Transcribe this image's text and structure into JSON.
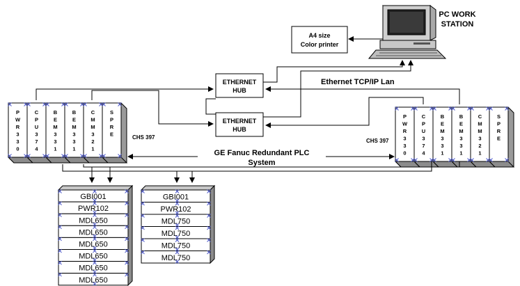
{
  "labels": {
    "pc_workstation": [
      "PC WORK",
      "STATION"
    ],
    "printer": [
      "A4  size",
      "Color printer"
    ],
    "hub1": [
      "ETHERNET",
      "HUB"
    ],
    "hub2": [
      "ETHERNET",
      "HUB"
    ],
    "lan": "Ethernet TCP/IP Lan",
    "system": [
      "GE Fanuc Redundant PLC",
      "System"
    ],
    "chassis_left": "CHS 397",
    "chassis_right": "CHS 397"
  },
  "rack_modules": [
    {
      "chars": [
        "P",
        "W",
        "R",
        "3",
        "3",
        "0"
      ]
    },
    {
      "chars": [
        "C",
        "P",
        "U",
        "3",
        "7",
        "4"
      ]
    },
    {
      "chars": [
        "B",
        "E",
        "M",
        "3",
        "3",
        "1"
      ]
    },
    {
      "chars": [
        "B",
        "E",
        "M",
        "3",
        "3",
        "1"
      ]
    },
    {
      "chars": [
        "C",
        "M",
        "M",
        "3",
        "2",
        "1"
      ]
    },
    {
      "chars": [
        "S",
        "P",
        "R",
        "E"
      ]
    }
  ],
  "io_rack_left": [
    "GBI001",
    "PWR102",
    "MDL650",
    "MDL650",
    "MDL650",
    "MDL650",
    "MDL650",
    "MDL650"
  ],
  "io_rack_right": [
    "GBI001",
    "PWR102",
    "MDL750",
    "MDL750",
    "MDL750",
    "MDL750"
  ]
}
